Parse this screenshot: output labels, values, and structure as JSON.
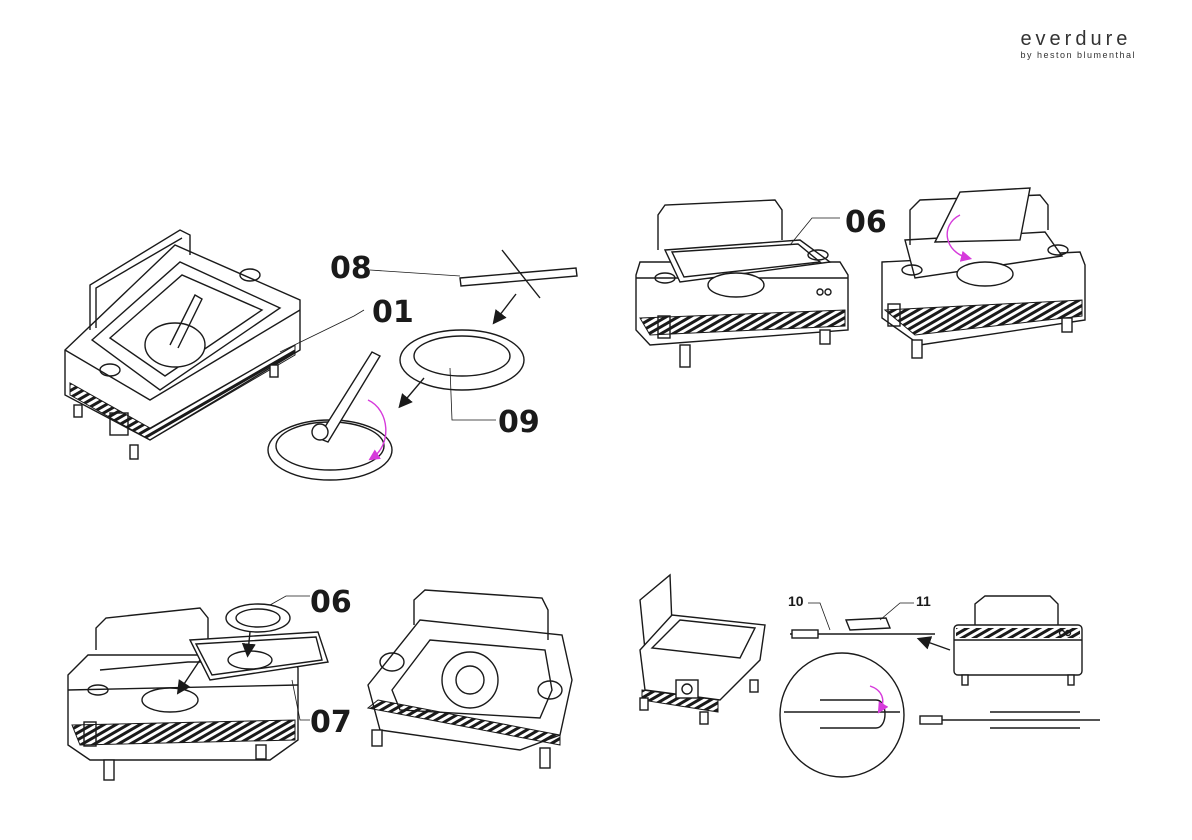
{
  "brand": {
    "name": "everdure",
    "tagline": "by heston blumenthal"
  },
  "steps": {
    "top_left": {
      "callouts": [
        "08",
        "01",
        "09"
      ]
    },
    "top_right": {
      "callouts": [
        "06"
      ]
    },
    "bottom_left": {
      "callouts": [
        "06",
        "07"
      ]
    },
    "bottom_right": {
      "callouts": [
        "10",
        "11"
      ]
    }
  },
  "colors": {
    "line": "#1a1a1a",
    "rotation_arrow": "#d63adb",
    "background": "#ffffff"
  }
}
